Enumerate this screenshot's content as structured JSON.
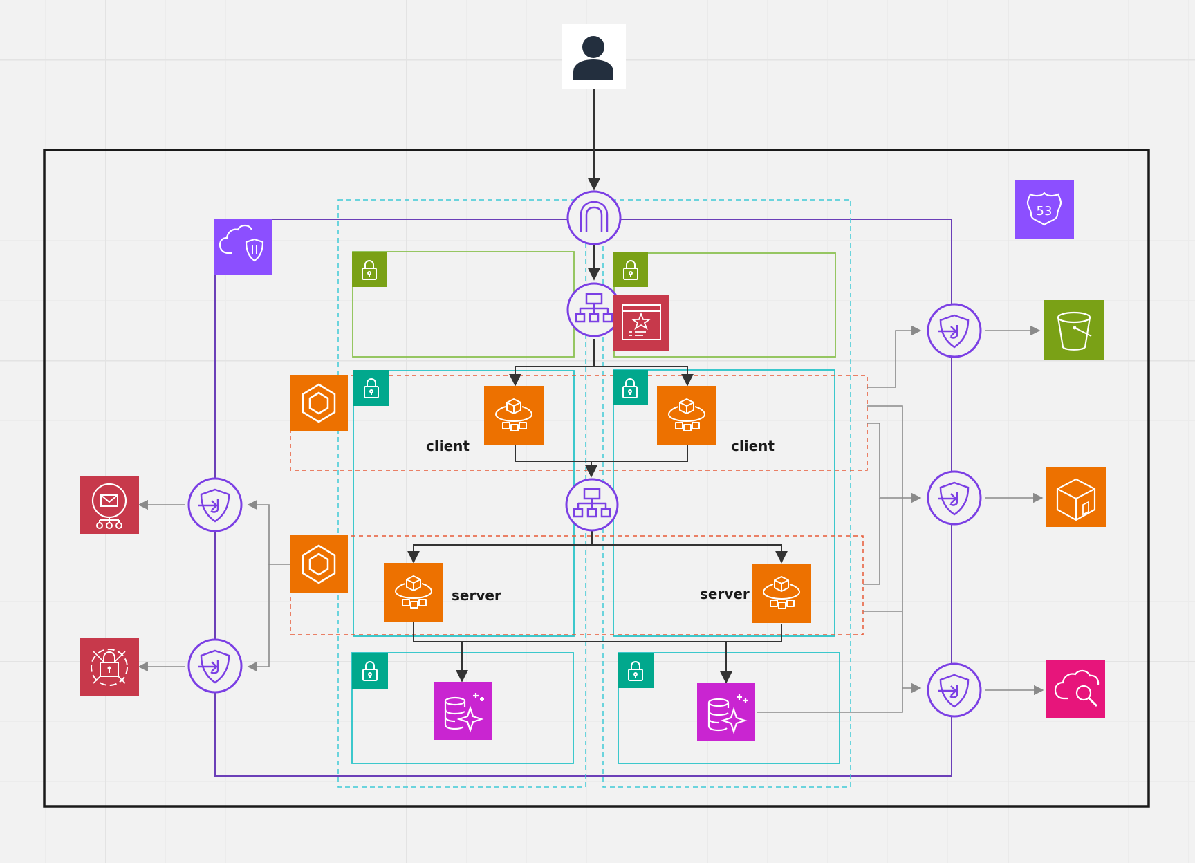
{
  "labels": {
    "client_left": "client",
    "client_right": "client",
    "server_left": "server",
    "server_right": "server"
  },
  "route53_text": "53",
  "colors": {
    "vpc_purple": "#7b3fe4",
    "public_green": "#7aa116",
    "private_teal": "#01a88d",
    "subnet_border_teal": "#27c3c8",
    "az_dashed": "#3ec9d6",
    "asg_dashed_red": "#e85a38",
    "compute_orange": "#ed7100",
    "security_red": "#dd344c",
    "database_magenta": "#c925d1",
    "storage_green": "#7aa116",
    "management_pink": "#e7157b",
    "connector_dark": "#333333",
    "connector_gray": "#8a8a8a"
  },
  "icons": [
    "user-icon",
    "internet-gateway-icon",
    "vpc-icon",
    "route53-icon",
    "public-subnet-lock-icon",
    "private-subnet-lock-icon",
    "application-load-balancer-icon",
    "certificate-manager-icon",
    "auto-scaling-group-icon",
    "ecs-fargate-task-icon",
    "internal-load-balancer-icon",
    "aurora-database-icon",
    "vpc-endpoint-icon",
    "s3-bucket-icon",
    "ecr-registry-icon",
    "cloudwatch-icon",
    "simple-email-service-icon",
    "secrets-manager-icon"
  ]
}
